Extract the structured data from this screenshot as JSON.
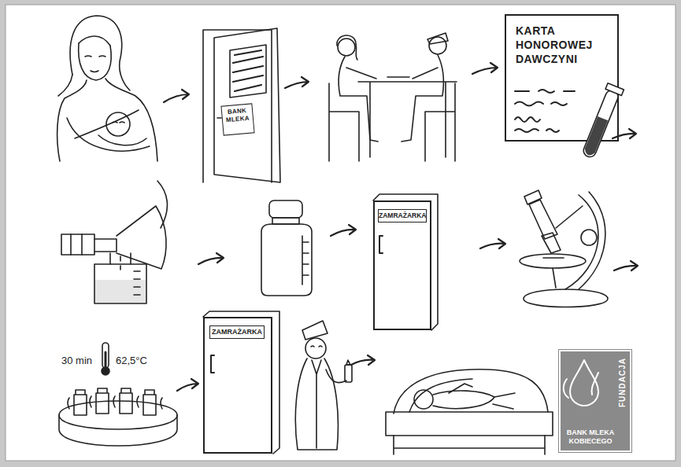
{
  "diagram": {
    "nodes": [
      {
        "text": [
          "BANK MLEKA"
        ]
      },
      {
        "text": [
          "KARTA HONOROWEJ DAWCZYNI"
        ]
      },
      {
        "text": [
          "ZAMRAŻARKA"
        ]
      },
      {
        "text": [
          "ZAMRAŻARKA"
        ]
      },
      {
        "text": [
          "FUNDACJA",
          "BANK MLEKA KOBIECEGO"
        ]
      }
    ],
    "labels": [
      "30 min",
      "62,5°C"
    ]
  }
}
